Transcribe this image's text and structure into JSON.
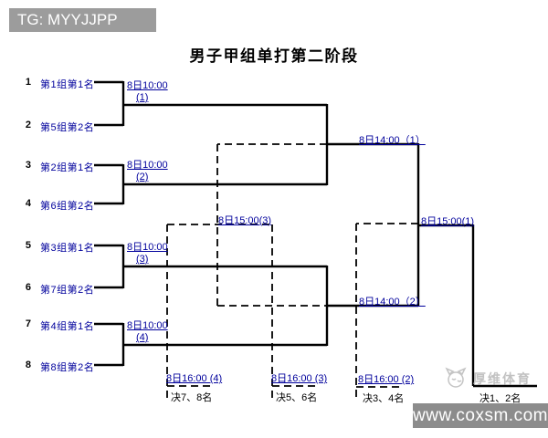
{
  "badge": {
    "text": "TG: MYYJJPP"
  },
  "title": "男子甲组单打第二阶段",
  "players": [
    {
      "seed": "1",
      "name": "第1组第1名"
    },
    {
      "seed": "2",
      "name": "第5组第2名"
    },
    {
      "seed": "3",
      "name": "第2组第1名"
    },
    {
      "seed": "4",
      "name": "第6组第2名"
    },
    {
      "seed": "5",
      "name": "第3组第1名"
    },
    {
      "seed": "6",
      "name": "第7组第2名"
    },
    {
      "seed": "7",
      "name": "第4组第1名"
    },
    {
      "seed": "8",
      "name": "第8组第2名"
    }
  ],
  "quarterfinals": [
    {
      "time": "8日10:00",
      "no": "(1)"
    },
    {
      "time": "8日10:00",
      "no": "(2)"
    },
    {
      "time": "8日10:00",
      "no": "(3)"
    },
    {
      "time": "8日10:00",
      "no": "(4)"
    }
  ],
  "semifinals": [
    {
      "label": "8日14:00（1）"
    },
    {
      "label": "8日14:00（2）"
    }
  ],
  "final": {
    "label": "8日15:00(1)"
  },
  "consolation_5_8": {
    "label": "8日15:00(3)"
  },
  "placements": [
    {
      "time": "8日16:00 (4)",
      "name": "决7、8名"
    },
    {
      "time": "8日16:00 (3)",
      "name": "决5、6名"
    },
    {
      "time": "8日16:00 (2)",
      "name": "决3、4名"
    },
    {
      "time": "",
      "name": "决1、2名"
    }
  ],
  "watermark": {
    "brand": "厚维体育",
    "site": "www.coxsm.com"
  },
  "colors": {
    "link": "#00009c",
    "line": "#000000",
    "badge_bg": "#9c9c9c"
  }
}
